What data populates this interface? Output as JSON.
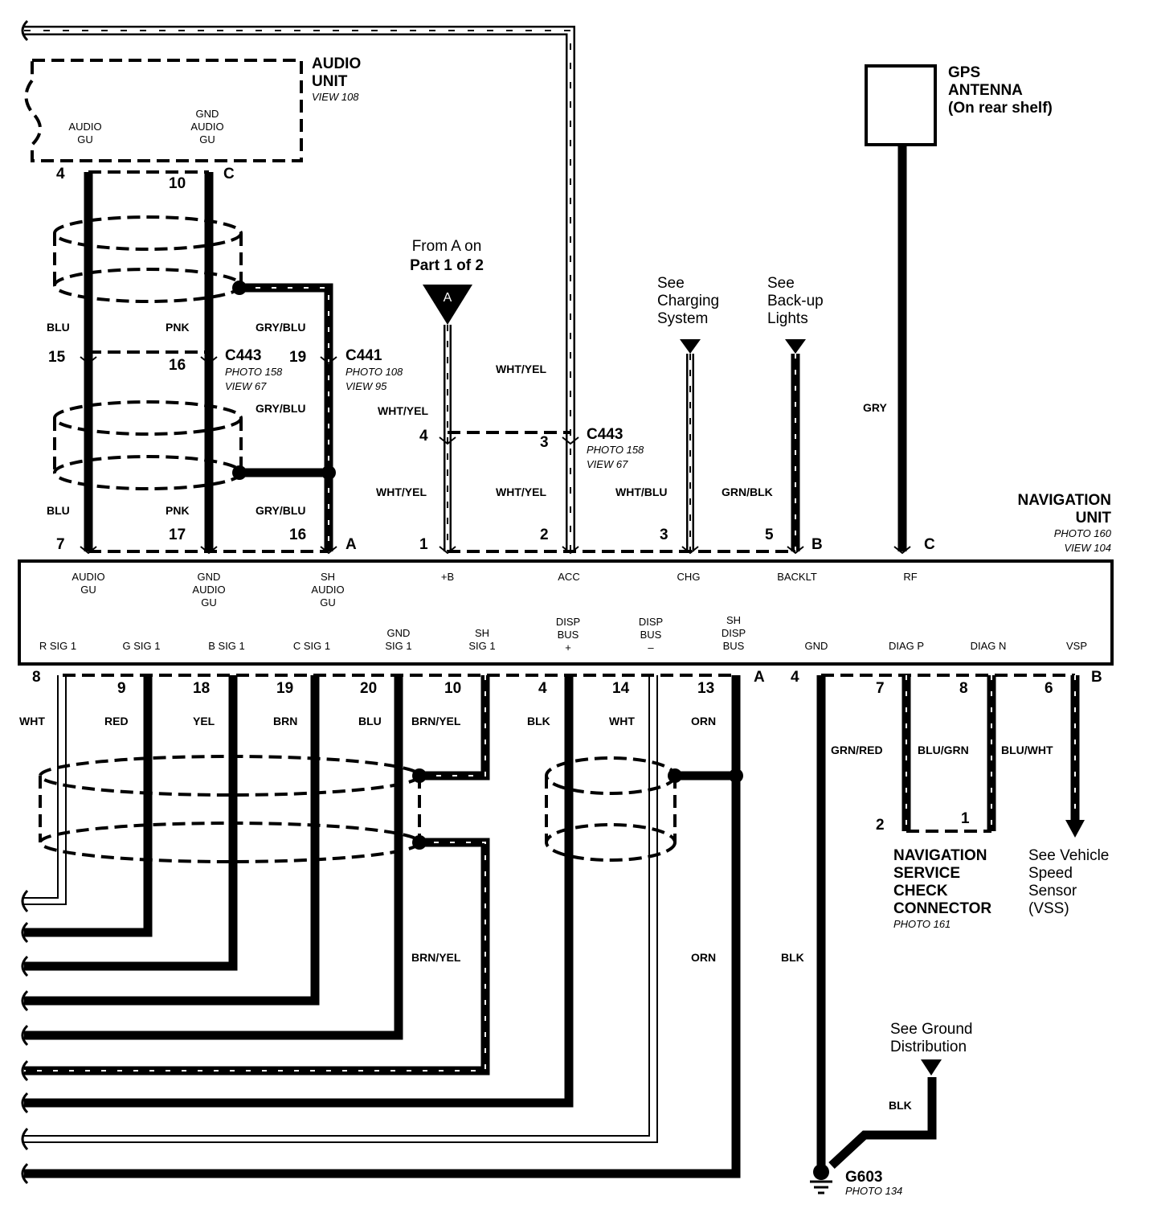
{
  "audio_unit": {
    "title_1": "AUDIO",
    "title_2": "UNIT",
    "view": "VIEW 108",
    "term_audio_gu": [
      "AUDIO",
      "GU"
    ],
    "term_gnd_audio_gu": [
      "GND",
      "AUDIO",
      "GU"
    ],
    "pin_audio": "4",
    "pin_gnd": "10",
    "connector": "C"
  },
  "gps_antenna": {
    "title_1": "GPS",
    "title_2": "ANTENNA",
    "title_3": "(On rear shelf)",
    "wire": "GRY"
  },
  "from_a": {
    "line_1": "From A on",
    "line_2": "Part 1 of 2",
    "symbol": "A"
  },
  "charging": {
    "lines": [
      "See",
      "Charging",
      "System"
    ]
  },
  "backup": {
    "lines": [
      "See",
      "Back-up",
      "Lights"
    ]
  },
  "connectors": {
    "c443_upper": {
      "name": "C443",
      "photo": "PHOTO 158",
      "view": "VIEW 67",
      "pin_blu": "15",
      "pin_pnk": "16"
    },
    "c441": {
      "name": "C441",
      "photo": "PHOTO 108",
      "view": "VIEW 95",
      "pin": "19"
    },
    "c443_lower": {
      "name": "C443",
      "photo": "PHOTO 158",
      "view": "VIEW 67",
      "pin_left": "4",
      "pin_right": "3"
    }
  },
  "upper_wires": {
    "blu": "BLU",
    "pnk": "PNK",
    "gry_blu": "GRY/BLU",
    "wht_yel": "WHT/YEL",
    "wht_blu": "WHT/BLU",
    "grn_blk": "GRN/BLK"
  },
  "nav_unit": {
    "title_1": "NAVIGATION",
    "title_2": "UNIT",
    "photo": "PHOTO 160",
    "view": "VIEW 104",
    "top_pins": [
      "7",
      "17",
      "16",
      "1",
      "2",
      "3",
      "5",
      "C"
    ],
    "top_connector_a": "A",
    "top_connector_b": "B",
    "top_terms": {
      "audio_gu": [
        "AUDIO",
        "GU"
      ],
      "gnd_audio_gu": [
        "GND",
        "AUDIO",
        "GU"
      ],
      "sh_audio_gu": [
        "SH",
        "AUDIO",
        "GU"
      ],
      "plus_b": "+B",
      "acc": "ACC",
      "chg": "CHG",
      "backlt": "BACKLT",
      "rf": "RF"
    },
    "bottom_terms": [
      [
        "R SIG 1"
      ],
      [
        "G SIG 1"
      ],
      [
        "B SIG 1"
      ],
      [
        "C SIG 1"
      ],
      [
        "GND",
        "SIG 1"
      ],
      [
        "SH",
        "SIG 1"
      ],
      [
        "DISP",
        "BUS",
        "+"
      ],
      [
        "DISP",
        "BUS",
        "–"
      ],
      [
        "SH",
        "DISP",
        "BUS"
      ],
      [
        "GND"
      ],
      [
        "DIAG P"
      ],
      [
        "DIAG N"
      ],
      [
        "VSP"
      ]
    ],
    "bottom_pins": [
      "8",
      "9",
      "18",
      "19",
      "20",
      "10",
      "4",
      "14",
      "13",
      "A",
      "4",
      "7",
      "8",
      "6",
      "B"
    ]
  },
  "lower_wires": {
    "wht": "WHT",
    "red": "RED",
    "yel": "YEL",
    "brn": "BRN",
    "blu": "BLU",
    "brn_yel": "BRN/YEL",
    "blk": "BLK",
    "wht2": "WHT",
    "orn": "ORN",
    "grn_red": "GRN/RED",
    "blu_grn": "BLU/GRN",
    "blu_wht": "BLU/WHT",
    "brn_yel_2": "BRN/YEL",
    "orn_2": "ORN",
    "blk_2": "BLK",
    "blk_3": "BLK"
  },
  "service_connector": {
    "pin_2": "2",
    "pin_1": "1",
    "lines": [
      "NAVIGATION",
      "SERVICE",
      "CHECK",
      "CONNECTOR"
    ],
    "photo": "PHOTO 161"
  },
  "vss": {
    "lines": [
      "See Vehicle",
      "Speed",
      "Sensor",
      "(VSS)"
    ]
  },
  "ground": {
    "lines": [
      "See Ground",
      "Distribution"
    ],
    "name": "G603",
    "photo": "PHOTO 134"
  }
}
